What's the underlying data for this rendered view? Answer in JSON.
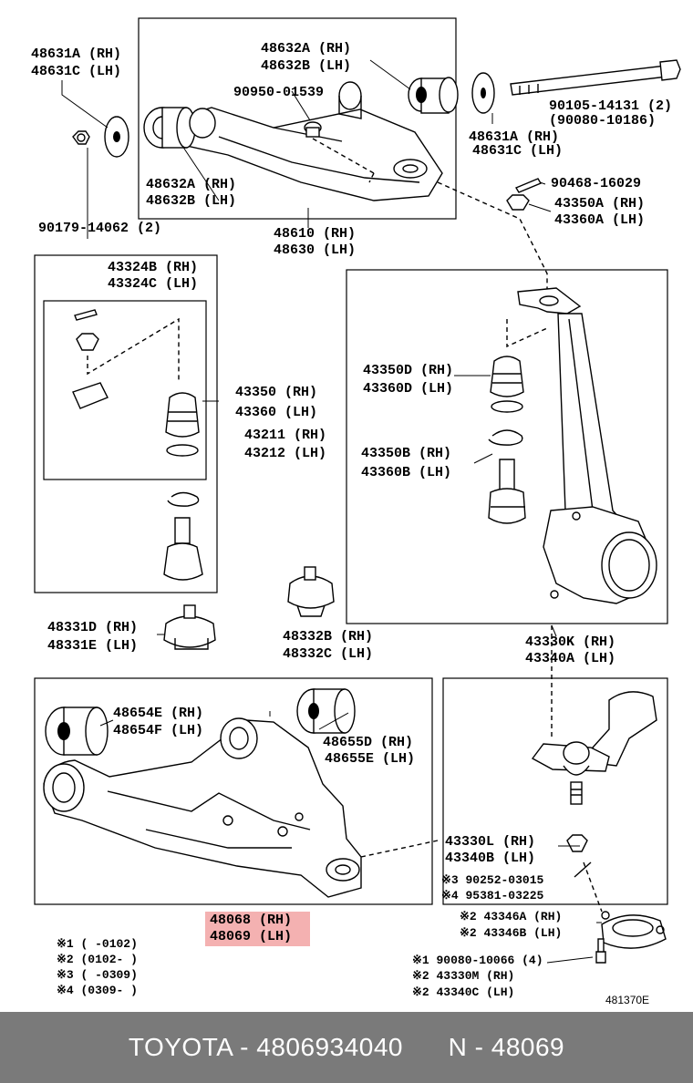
{
  "labels": {
    "upper_bush_rh_a": "48631A (RH)",
    "upper_bush_lh_c": "48631C (LH)",
    "upper_arm_bush_rh": "48632A (RH)",
    "upper_arm_bush_lh": "48632B (LH)",
    "grease_fitting": "90950-01539",
    "bolt_main": "90105-14131 (2)",
    "bolt_alt": "(90080-10186)",
    "upper_bush_rh_a2": "48631A (RH)",
    "upper_bush_lh_c2": "48631C (LH)",
    "upper_arm_bush_rh2": "48632A (RH)",
    "upper_arm_bush_lh2": "48632B (LH)",
    "nut_upper": "90179-14062 (2)",
    "cotter_pin": "90468-16029",
    "nut_rh": "43350A (RH)",
    "nut_lh": "43360A (LH)",
    "upper_arm_rh": "48610 (RH)",
    "upper_arm_lh": "48630 (LH)",
    "ball_kit_rh": "43324B (RH)",
    "ball_kit_lh": "43324C (LH)",
    "ball_joint_rh": "43350 (RH)",
    "ball_joint_lh": "43360 (LH)",
    "knuckle_rh": "43211 (RH)",
    "knuckle_lh": "43212 (LH)",
    "boot_rh": "43350D (RH)",
    "boot_lh": "43360D (LH)",
    "ring_rh": "43350B (RH)",
    "ring_lh": "43360B (LH)",
    "bumper_rh": "48331D (RH)",
    "bumper_lh": "48331E (LH)",
    "bumper2_rh": "48332B (RH)",
    "bumper2_lh": "48332C (LH)",
    "lower_ball_rh": "43330K (RH)",
    "lower_ball_lh": "43340A (LH)",
    "lower_bush_rh": "48654E (RH)",
    "lower_bush_lh": "48654F (LH)",
    "lower_bush2_rh": "48655D (RH)",
    "lower_bush2_lh": "48655E (LH)",
    "lower_nut_rh": "43330L (RH)",
    "lower_nut_lh": "43340B (LH)",
    "pin_a": "※3 90252-03015",
    "pin_b": "※4 95381-03225",
    "dust_rh": "※2 43346A (RH)",
    "dust_lh": "※2 43346B (LH)",
    "lower_arm_rh": "48068 (RH)",
    "lower_arm_lh": "48069 (LH)",
    "bolt_lower": "※1 90080-10066 (4)",
    "lower_ball2_rh": "※2 43330M (RH)",
    "lower_ball2_lh": "※2 43340C (LH)",
    "note1": "※1 (      -0102)",
    "note2": "※2 (0102-      )",
    "note3": "※3 (      -0309)",
    "note4": "※4 (0309-      )",
    "diagram_code": "481370E"
  },
  "footer": {
    "text": "TOYOTA - 4806934040      N - 48069"
  },
  "colors": {
    "highlight": "#f2a3a3",
    "footer_bg": "#7a7a7a",
    "footer_text": "#ffffff"
  }
}
